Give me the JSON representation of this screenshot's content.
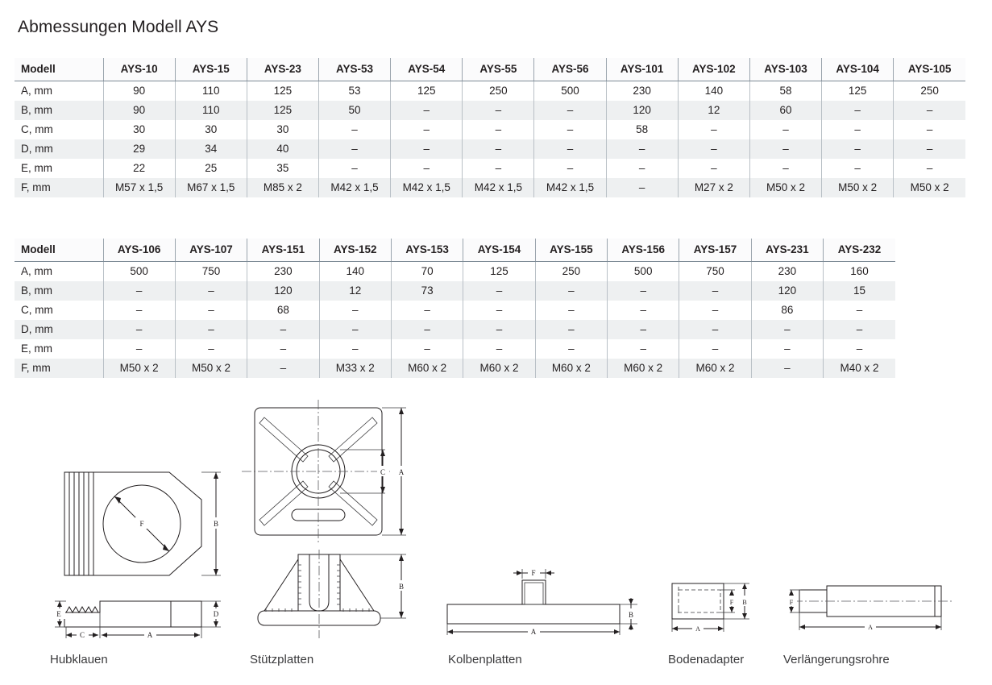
{
  "document": {
    "title": "Abmessungen Modell AYS"
  },
  "table1": {
    "row_header_label": "Modell",
    "columns": [
      "AYS-10",
      "AYS-15",
      "AYS-23",
      "AYS-53",
      "AYS-54",
      "AYS-55",
      "AYS-56",
      "AYS-101",
      "AYS-102",
      "AYS-103",
      "AYS-104",
      "AYS-105"
    ],
    "rows": [
      {
        "label": "A, mm",
        "values": [
          "90",
          "110",
          "125",
          "53",
          "125",
          "250",
          "500",
          "230",
          "140",
          "58",
          "125",
          "250"
        ]
      },
      {
        "label": "B, mm",
        "values": [
          "90",
          "110",
          "125",
          "50",
          "–",
          "–",
          "–",
          "120",
          "12",
          "60",
          "–",
          "–"
        ]
      },
      {
        "label": "C, mm",
        "values": [
          "30",
          "30",
          "30",
          "–",
          "–",
          "–",
          "–",
          "58",
          "–",
          "–",
          "–",
          "–"
        ]
      },
      {
        "label": "D, mm",
        "values": [
          "29",
          "34",
          "40",
          "–",
          "–",
          "–",
          "–",
          "–",
          "–",
          "–",
          "–",
          "–"
        ]
      },
      {
        "label": "E, mm",
        "values": [
          "22",
          "25",
          "35",
          "–",
          "–",
          "–",
          "–",
          "–",
          "–",
          "–",
          "–",
          "–"
        ]
      },
      {
        "label": "F, mm",
        "values": [
          "M57 x 1,5",
          "M67 x 1,5",
          "M85 x 2",
          "M42 x 1,5",
          "M42 x 1,5",
          "M42 x 1,5",
          "M42 x 1,5",
          "–",
          "M27 x 2",
          "M50 x 2",
          "M50 x 2",
          "M50 x 2"
        ]
      }
    ]
  },
  "table2": {
    "row_header_label": "Modell",
    "columns": [
      "AYS-106",
      "AYS-107",
      "AYS-151",
      "AYS-152",
      "AYS-153",
      "AYS-154",
      "AYS-155",
      "AYS-156",
      "AYS-157",
      "AYS-231",
      "AYS-232"
    ],
    "rows": [
      {
        "label": "A, mm",
        "values": [
          "500",
          "750",
          "230",
          "140",
          "70",
          "125",
          "250",
          "500",
          "750",
          "230",
          "160"
        ]
      },
      {
        "label": "B, mm",
        "values": [
          "–",
          "–",
          "120",
          "12",
          "73",
          "–",
          "–",
          "–",
          "–",
          "120",
          "15"
        ]
      },
      {
        "label": "C, mm",
        "values": [
          "–",
          "–",
          "68",
          "–",
          "–",
          "–",
          "–",
          "–",
          "–",
          "86",
          "–"
        ]
      },
      {
        "label": "D, mm",
        "values": [
          "–",
          "–",
          "–",
          "–",
          "–",
          "–",
          "–",
          "–",
          "–",
          "–",
          "–"
        ]
      },
      {
        "label": "E, mm",
        "values": [
          "–",
          "–",
          "–",
          "–",
          "–",
          "–",
          "–",
          "–",
          "–",
          "–",
          "–"
        ]
      },
      {
        "label": "F, mm",
        "values": [
          "M50 x 2",
          "M50 x 2",
          "–",
          "M33 x 2",
          "M60 x 2",
          "M60 x 2",
          "M60 x 2",
          "M60 x 2",
          "M60 x 2",
          "–",
          "M40 x 2"
        ]
      }
    ]
  },
  "figures": {
    "hubklauen": {
      "caption": "Hubklauen",
      "dimension_labels": {
        "bore": "F",
        "height": "B",
        "step_height": "E",
        "step_length": "C",
        "length": "A",
        "thickness": "D"
      }
    },
    "stuetzplatten": {
      "caption": "Stützplatten",
      "dimension_labels": {
        "bore": "C",
        "plate_width": "A",
        "height": "B"
      }
    },
    "kolbenplatten": {
      "caption": "Kolbenplatten",
      "dimension_labels": {
        "boss_width": "F",
        "plate_length": "A",
        "plate_thickness": "B"
      }
    },
    "bodenadapter": {
      "caption": "Bodenadapter",
      "dimension_labels": {
        "bore": "F",
        "height": "B",
        "width": "A"
      }
    },
    "verlaengerungsrohre": {
      "caption": "Verlängerungsrohre",
      "dimension_labels": {
        "thread": "F",
        "length": "A"
      }
    }
  },
  "colors": {
    "text": "#231f20",
    "header_rule": "#7e8b96",
    "stripe": "#eef0f1",
    "divider": "#b9c0c6",
    "caption": "#3a3a3c"
  }
}
